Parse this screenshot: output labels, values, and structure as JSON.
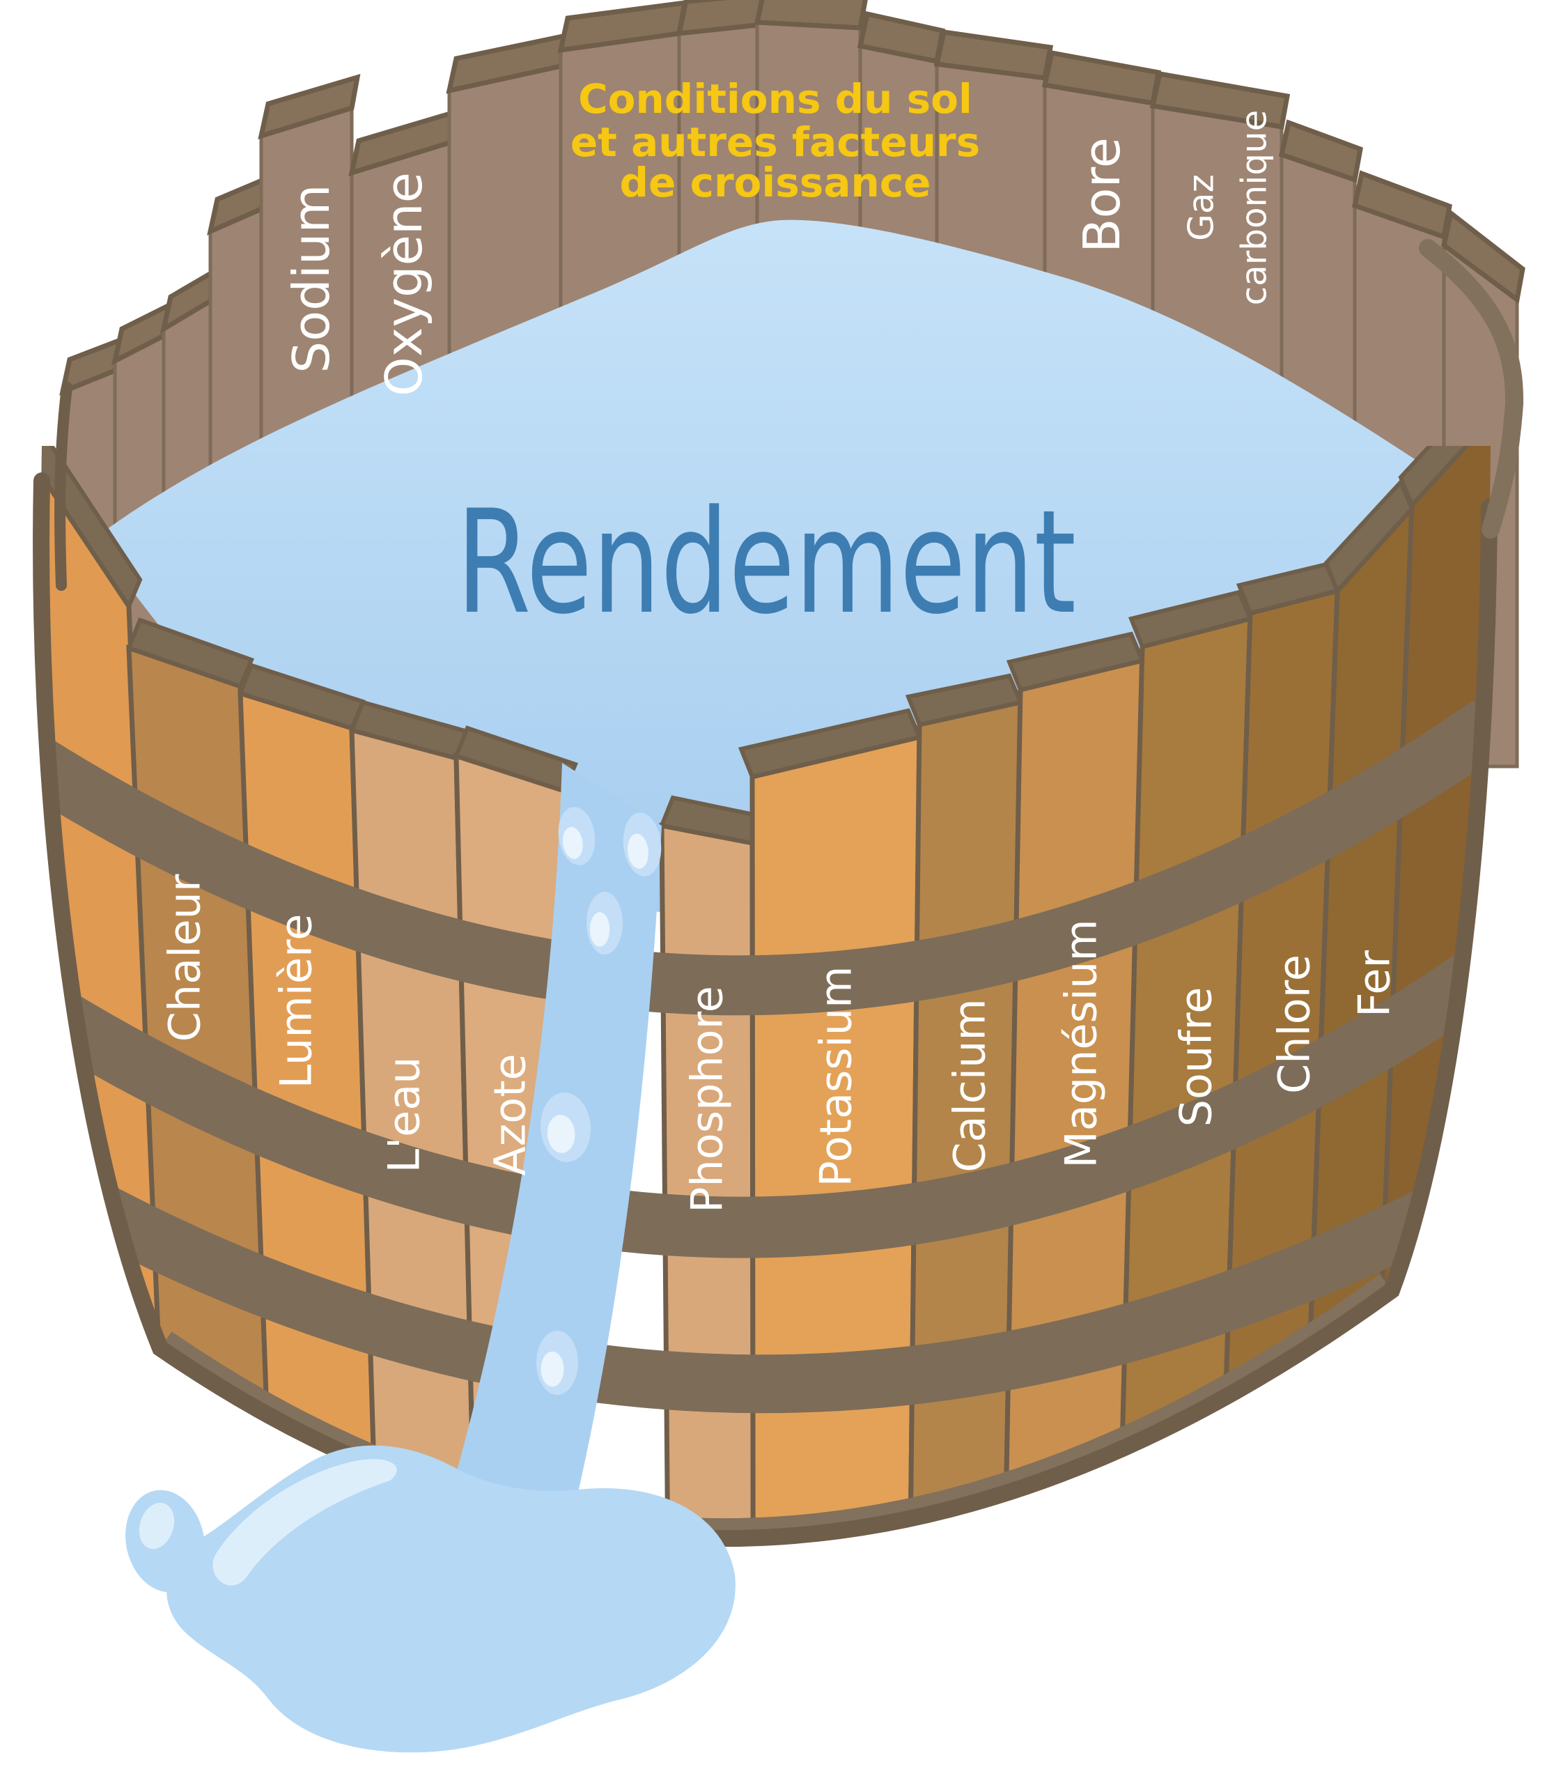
{
  "diagram_title_lines": [
    "Conditions du sol",
    "et autres facteurs",
    "de croissance"
  ],
  "water_label": "Rendement",
  "back_rim_factors": [
    {
      "label": "Sodium"
    },
    {
      "label": "Oxygène"
    },
    {
      "label": "Bore"
    },
    {
      "label": "Gaz carbonique",
      "line1": "Gaz",
      "line2": "carbonique"
    }
  ],
  "front_stave_factors": [
    {
      "label": "Chaleur"
    },
    {
      "label": "Lumière"
    },
    {
      "label": "L'eau"
    },
    {
      "label": "Azote"
    },
    {
      "label": "Phosphore"
    },
    {
      "label": "Potassium"
    },
    {
      "label": "Calcium"
    },
    {
      "label": "Magnésium"
    },
    {
      "label": "Soufre"
    },
    {
      "label": "Chlore"
    },
    {
      "label": "Fer"
    }
  ],
  "colors": {
    "background": "#ffffff",
    "title_text": "#f6c713",
    "water_label_text": "#3d7db2",
    "factor_label_text": "#ffffff",
    "water_top": "#c6e2f8",
    "water_bottom": "#a6cdef",
    "stream": "#a9d0f1",
    "puddle": "#b5d8f4",
    "puddle_highlight": "#ddeefb",
    "droplet": "#c3def6",
    "droplet_highlight": "#e9f4fd",
    "back_wall": "#9e8472",
    "back_bevel": "#86715a",
    "back_divider": "#7e6b58",
    "front_bevel": "#7b6a54",
    "hoop": "#7d6c58",
    "outline": "#6f5e4a",
    "bottom_rim": "#82715c",
    "front_stave_fills": [
      "#e09a52",
      "#b9864d",
      "#e29d55",
      "#d8a87a",
      "#dcab7e",
      "#d8a87a",
      "#e3a257",
      "#b3854a",
      "#c9904f",
      "#a87b3e",
      "#9b7037",
      "#906832",
      "#8a6230"
    ]
  }
}
